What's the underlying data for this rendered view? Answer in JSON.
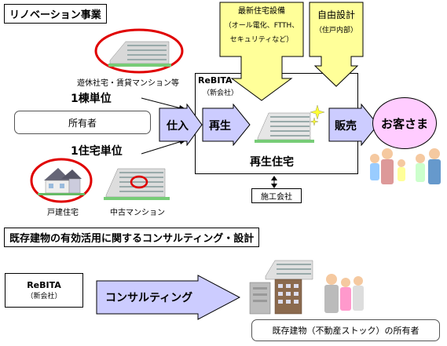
{
  "section1": {
    "title": "リノベーション事業",
    "idle_label": "遊休社宅・賃貸マンション等",
    "unit_building": "1棟単位",
    "owner": "所有者",
    "unit_dwelling": "1住宅単位",
    "detached_house": "戸建住宅",
    "used_condo": "中古マンション",
    "company_name": "ReBITA",
    "company_sub": "（新会社）",
    "purchase": "仕入",
    "renew": "再生",
    "sales": "販売",
    "customer": "お客さま",
    "renewed_housing": "再生住宅",
    "contractor": "施工会社",
    "equipment_title": "最新住宅設備",
    "equipment_line2": "（オール電化、FTTH、",
    "equipment_line3": "セキュリティなど）",
    "free_design": "自由設計",
    "free_design_sub": "（住戸内部）"
  },
  "section2": {
    "title": "既存建物の有効活用に関するコンサルティング・設計",
    "company_name": "ReBITA",
    "company_sub": "（新会社）",
    "consulting": "コンサルティング",
    "owner_label": "既存建物（不動産ストック）の所有者"
  },
  "colors": {
    "arrow_fill": "#ccccff",
    "callout_fill": "#ffff99",
    "customer_fill": "#ffccff",
    "highlight_ring": "#e00000"
  }
}
